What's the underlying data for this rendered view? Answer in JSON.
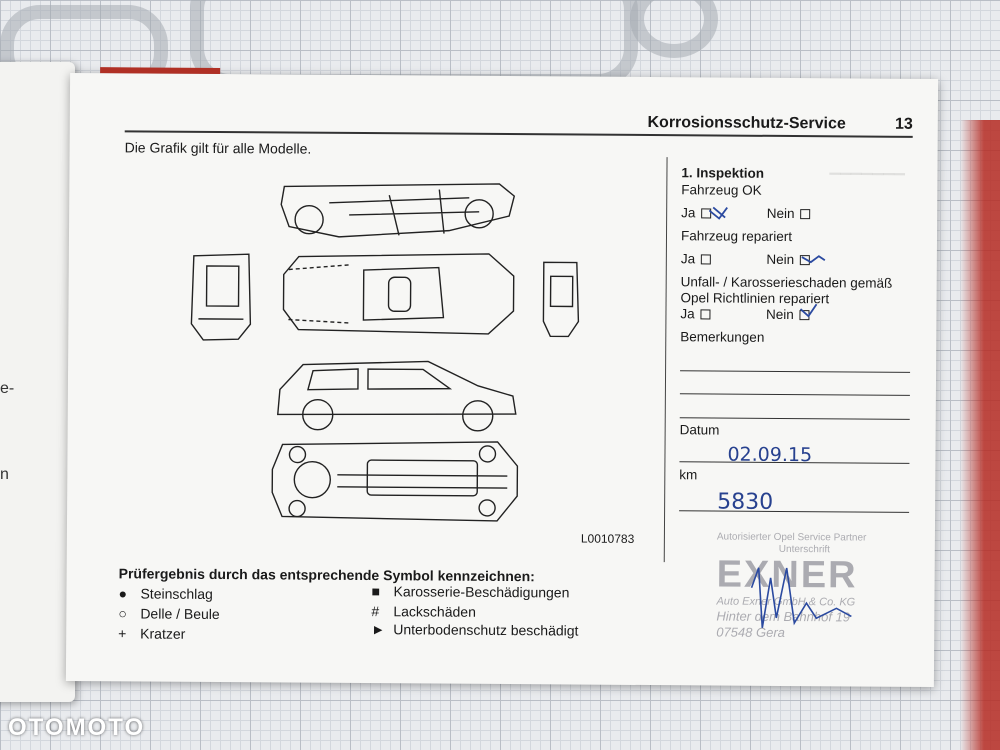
{
  "header": {
    "title": "Korrosionsschutz-Service",
    "page_number": "13"
  },
  "intro": "Die Grafik gilt für alle Modelle.",
  "figure_label": "L0010783",
  "results": {
    "title": "Prüfergebnis durch das entsprechende Symbol kennzeichnen:",
    "symbols": [
      {
        "symbol": "●",
        "label": "Steinschlag"
      },
      {
        "symbol": "○",
        "label": "Delle / Beule"
      },
      {
        "symbol": "+",
        "label": "Kratzer"
      },
      {
        "symbol": "■",
        "label": "Karosserie-Beschädigungen"
      },
      {
        "symbol": "#",
        "label": "Lackschäden"
      },
      {
        "symbol": "►",
        "label": "Unterbodenschutz beschädigt"
      }
    ]
  },
  "form": {
    "heading": "1. Inspektion",
    "vehicle_ok": "Fahrzeug OK",
    "vehicle_repaired": "Fahrzeug repariert",
    "accident_line1": "Unfall- / Karosserieschaden gemäß",
    "accident_line2": "Opel Richtlinien repariert",
    "yes": "Ja",
    "no": "Nein",
    "remarks": "Bemerkungen",
    "date_label": "Datum",
    "date_value": "02.09.15",
    "km_label": "km",
    "km_value": "5830"
  },
  "stamp": {
    "line1": "Autorisierter Opel Service Partner",
    "line2": "Unterschrift",
    "brand": "EXNER",
    "company": "Auto Exner GmbH & Co. KG",
    "street": "Hinter dem Bahnhof 19",
    "city": "07548 Gera"
  },
  "left_page_fragments": [
    "e-",
    "n"
  ],
  "watermark": "OTOMOTO"
}
